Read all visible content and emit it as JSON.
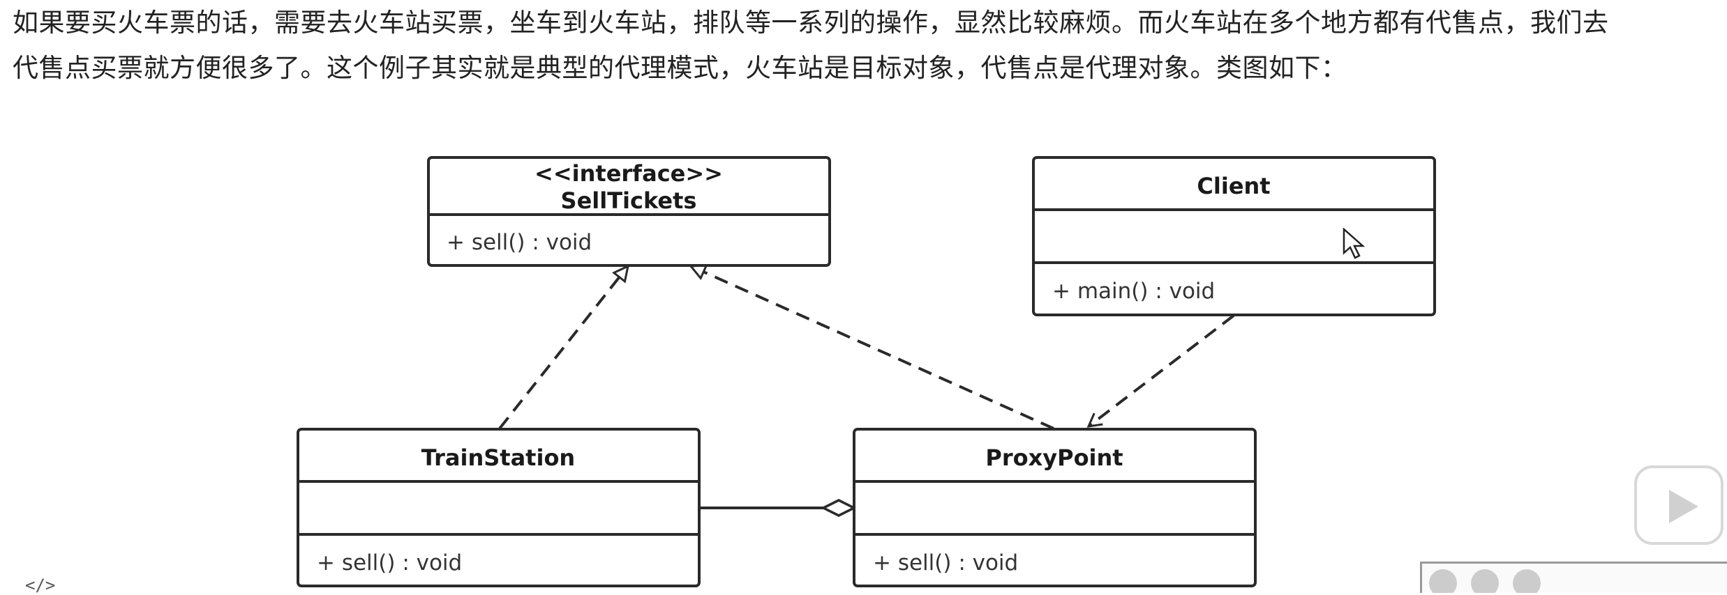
{
  "article": {
    "line1": "如果要买火车票的话，需要去火车站买票，坐车到火车站，排队等一系列的操作，显然比较麻烦。而火车站在多个地方都有代售点，我们去",
    "line2": "代售点买票就方便很多了。这个例子其实就是典型的代理模式，火车站是目标对象，代售点是代理对象。类图如下："
  },
  "diagram": {
    "classes": {
      "sell_tickets": {
        "stereotype": "<<interface>>",
        "name": "SellTickets",
        "methods": [
          "+ sell() : void"
        ]
      },
      "client": {
        "name": "Client",
        "methods": [
          "+ main() : void"
        ]
      },
      "train_station": {
        "name": "TrainStation",
        "methods": [
          "+ sell() : void"
        ]
      },
      "proxy_point": {
        "name": "ProxyPoint",
        "methods": [
          "+ sell() : void"
        ]
      }
    },
    "relations": [
      {
        "from": "train_station",
        "to": "sell_tickets",
        "kind": "realization"
      },
      {
        "from": "proxy_point",
        "to": "sell_tickets",
        "kind": "realization"
      },
      {
        "from": "client",
        "to": "proxy_point",
        "kind": "dependency"
      },
      {
        "from": "train_station",
        "to": "proxy_point",
        "kind": "aggregation"
      }
    ]
  },
  "overlay": {
    "code_icon": "</>",
    "icons": [
      "play-icon",
      "cursor-icon",
      "code-icon"
    ]
  }
}
